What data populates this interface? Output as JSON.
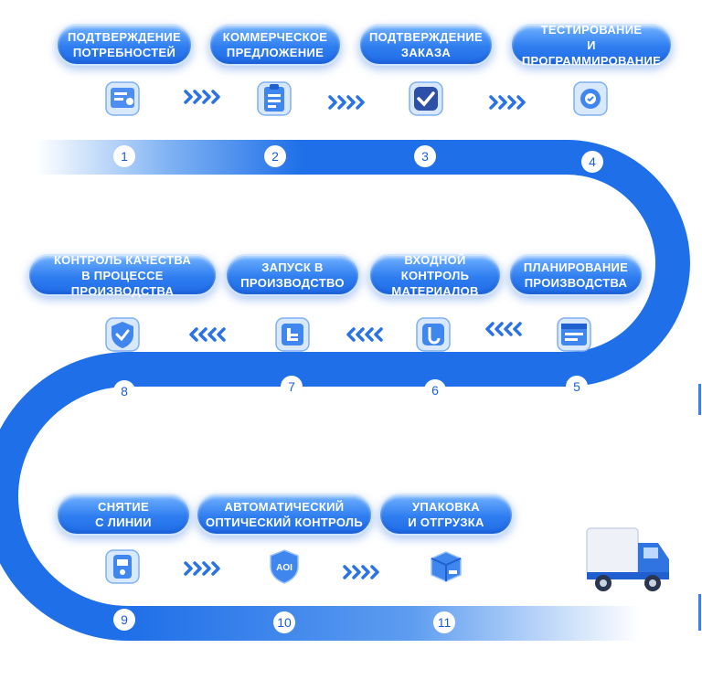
{
  "steps": [
    {
      "n": "1",
      "label": "ПОДТВЕРЖДЕНИЕ\nПОТРЕБНОСТЕЙ",
      "icon": "document-icon"
    },
    {
      "n": "2",
      "label": "КОММЕРЧЕСКОЕ\nПРЕДЛОЖЕНИЕ",
      "icon": "clipboard-icon"
    },
    {
      "n": "3",
      "label": "ПОДТВЕРЖДЕНИЕ\nЗАКАЗА",
      "icon": "checkmark-icon"
    },
    {
      "n": "4",
      "label": "ТЕСТИРОВАНИЕ\nИ ПРОГРАММИРОВАНИЕ",
      "icon": "gear-check-icon"
    },
    {
      "n": "5",
      "label": "ПЛАНИРОВАНИЕ\nПРОИЗВОДСТВА",
      "icon": "schedule-icon"
    },
    {
      "n": "6",
      "label": "ВХОДНОЙ КОНТРОЛЬ\nМАТЕРИАЛОВ",
      "icon": "inspection-icon"
    },
    {
      "n": "7",
      "label": "ЗАПУСК В\nПРОИЗВОДСТВО",
      "icon": "production-icon"
    },
    {
      "n": "8",
      "label": "КОНТРОЛЬ КАЧЕСТВА\nВ ПРОЦЕССЕ ПРОИЗВОДСТВА",
      "icon": "shield-check-icon"
    },
    {
      "n": "9",
      "label": "СНЯТИЕ\nС ЛИНИИ",
      "icon": "line-removal-icon"
    },
    {
      "n": "10",
      "label": "АВТОМАТИЧЕСКИЙ\nОПТИЧЕСКИЙ КОНТРОЛЬ",
      "icon": "aoi-shield-icon",
      "badge": "AOI"
    },
    {
      "n": "11",
      "label": "УПАКОВКА\nИ ОТГРУЗКА",
      "icon": "package-box-icon"
    }
  ],
  "arrow_glyph_right": "››››",
  "arrow_glyph_left": "‹‹‹‹",
  "decor_icons": {
    "truck": "delivery-truck-icon"
  },
  "colors": {
    "track": "#1f6fe8",
    "track_light": "#cfe2fb",
    "pill": "#2f7ef0",
    "number_text": "#1a5fd6"
  }
}
